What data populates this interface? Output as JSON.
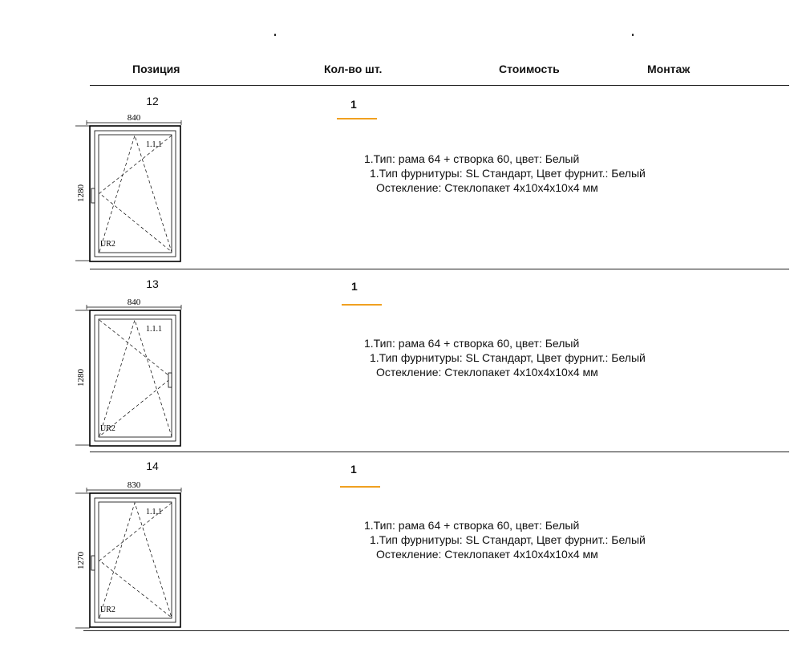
{
  "header": {
    "position": "Позиция",
    "qty": "Кол-во шт.",
    "cost": "Стоимость",
    "install": "Монтаж"
  },
  "items": [
    {
      "position": "12",
      "qty": "1",
      "width": "840",
      "height": "1280",
      "sash_label": "1.1.1",
      "hinge_label": "UR2",
      "handle_side": "left",
      "spec": [
        "1.Тип: рама 64 + створка 60, цвет: Белый",
        "1.Тип фурнитуры: SL Стандарт, Цвет фурнит.: Белый",
        "Остекление: Стеклопакет 4x10x4x10x4 мм"
      ]
    },
    {
      "position": "13",
      "qty": "1",
      "width": "840",
      "height": "1280",
      "sash_label": "1.1.1",
      "hinge_label": "UR2",
      "handle_side": "right",
      "spec": [
        "1.Тип: рама 64 + створка 60, цвет: Белый",
        "1.Тип фурнитуры: SL Стандарт, Цвет фурнит.: Белый",
        "Остекление: Стеклопакет 4x10x4x10x4 мм"
      ]
    },
    {
      "position": "14",
      "qty": "1",
      "width": "830",
      "height": "1270",
      "sash_label": "1.1.1",
      "hinge_label": "UR2",
      "handle_side": "left",
      "spec": [
        "1.Тип: рама 64 + створка 60, цвет: Белый",
        "1.Тип фурнитуры: SL Стандарт, Цвет фурнит.: Белый",
        "Остекление: Стеклопакет 4x10x4x10x4 мм"
      ]
    }
  ]
}
